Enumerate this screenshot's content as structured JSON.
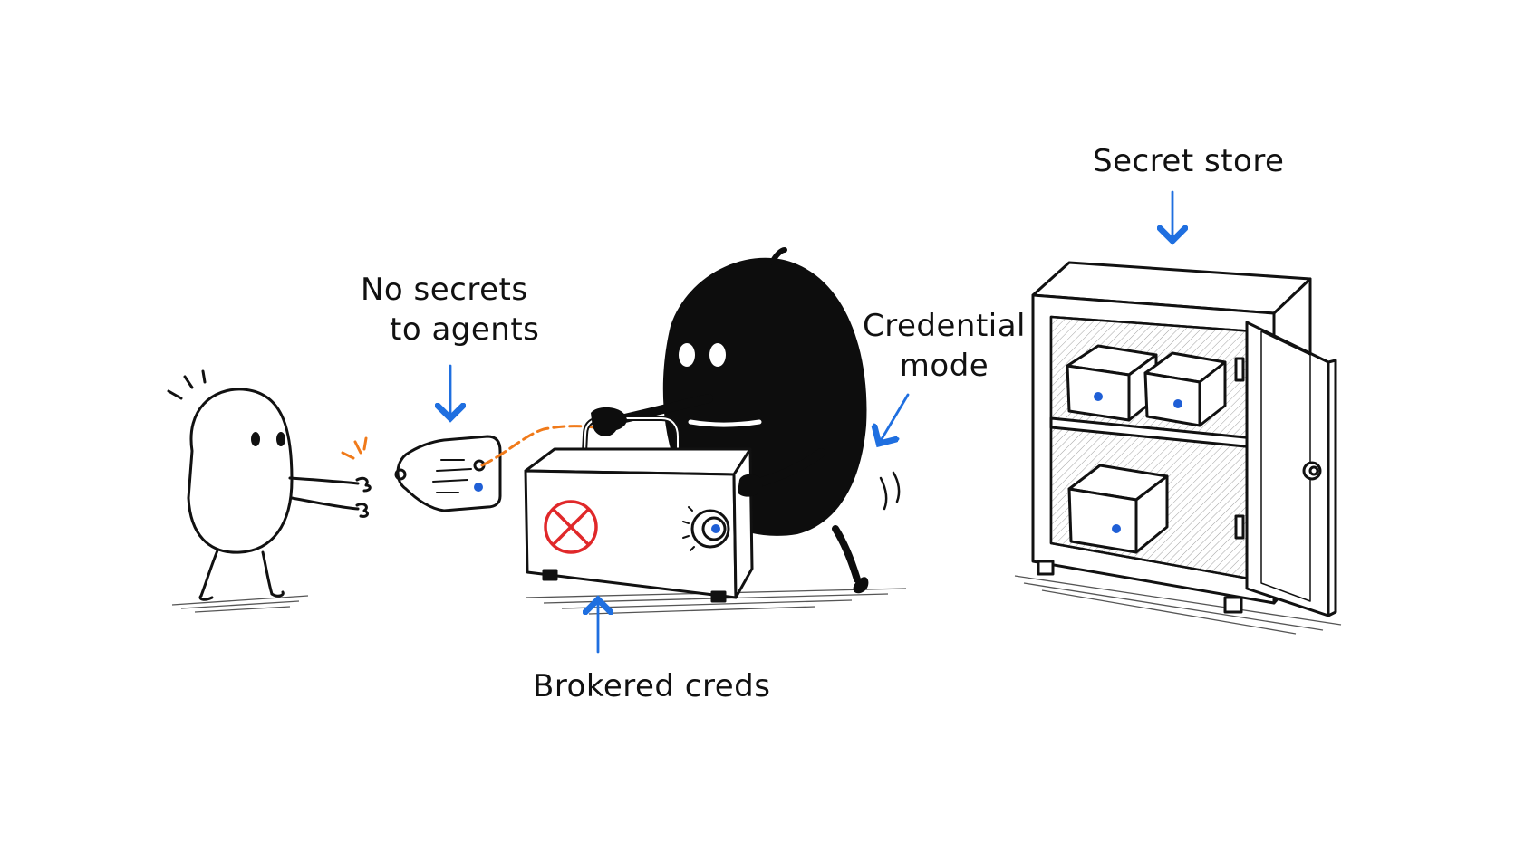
{
  "labels": {
    "no_secrets": [
      "No secrets",
      "to agents"
    ],
    "credential_mode": [
      "Credential",
      "mode"
    ],
    "secret_store": "Secret store",
    "brokered_creds": "Brokered creds"
  },
  "colors": {
    "ink": "#111111",
    "arrow": "#1f6fe0",
    "dot": "#1f5fd6",
    "dashed_line": "#f07a1a",
    "no_symbol": "#e0282a"
  },
  "icons": {
    "agent": "small-ghost-agent",
    "broker": "black-blob-broker",
    "toolbox": "locked-toolbox",
    "tag": "credential-tag",
    "safe": "open-safe"
  }
}
